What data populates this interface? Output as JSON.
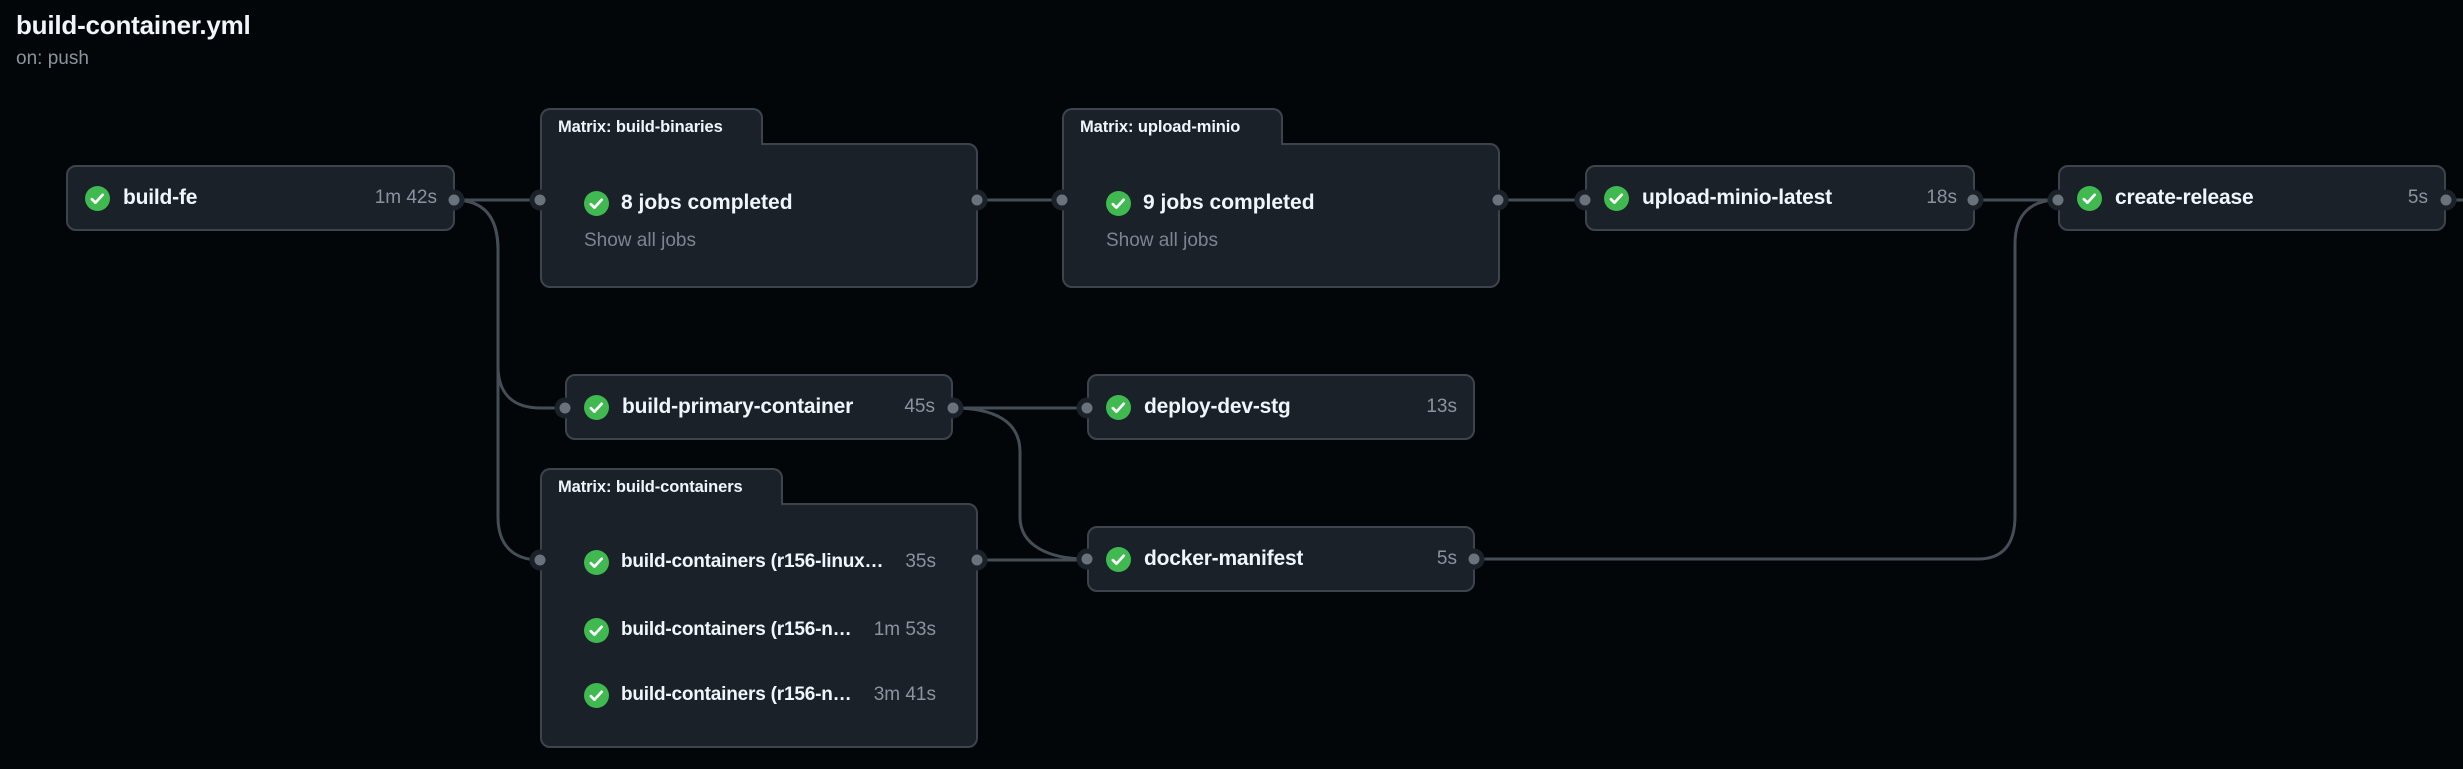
{
  "header": {
    "title": "build-container.yml",
    "trigger": "on: push"
  },
  "colors": {
    "background": "#030609",
    "card_background": "#1b2129",
    "card_border": "#3d444d",
    "edge_line": "#454d57",
    "connector_dot": "#6a727c",
    "success_green": "#3fb950",
    "text_primary": "#f0f6fc",
    "text_muted": "#8b949e"
  },
  "nodes": {
    "build_fe": {
      "label": "build-fe",
      "duration": "1m 42s",
      "status": "success"
    },
    "matrix_build_binaries": {
      "tab": "Matrix: build-binaries",
      "summary": "8 jobs completed",
      "show_all": "Show all jobs",
      "status": "success"
    },
    "matrix_upload_minio": {
      "tab": "Matrix: upload-minio",
      "summary": "9 jobs completed",
      "show_all": "Show all jobs",
      "status": "success"
    },
    "upload_minio_latest": {
      "label": "upload-minio-latest",
      "duration": "18s",
      "status": "success"
    },
    "create_release": {
      "label": "create-release",
      "duration": "5s",
      "status": "success"
    },
    "build_primary_container": {
      "label": "build-primary-container",
      "duration": "45s",
      "status": "success"
    },
    "deploy_dev_stg": {
      "label": "deploy-dev-stg",
      "duration": "13s",
      "status": "success"
    },
    "matrix_build_containers": {
      "tab": "Matrix: build-containers",
      "status": "success",
      "jobs": [
        {
          "label": "build-containers (r156-linux…",
          "duration": "35s",
          "status": "success"
        },
        {
          "label": "build-containers (r156-n…",
          "duration": "1m 53s",
          "status": "success"
        },
        {
          "label": "build-containers (r156-n…",
          "duration": "3m 41s",
          "status": "success"
        }
      ]
    },
    "docker_manifest": {
      "label": "docker-manifest",
      "duration": "5s",
      "status": "success"
    }
  },
  "edges": [
    {
      "from": "build-fe",
      "to": "Matrix: build-binaries"
    },
    {
      "from": "build-fe",
      "to": "build-primary-container"
    },
    {
      "from": "build-fe",
      "to": "Matrix: build-containers"
    },
    {
      "from": "Matrix: build-binaries",
      "to": "Matrix: upload-minio"
    },
    {
      "from": "Matrix: upload-minio",
      "to": "upload-minio-latest"
    },
    {
      "from": "upload-minio-latest",
      "to": "create-release"
    },
    {
      "from": "build-primary-container",
      "to": "deploy-dev-stg"
    },
    {
      "from": "build-primary-container",
      "to": "docker-manifest"
    },
    {
      "from": "Matrix: build-containers",
      "to": "docker-manifest"
    },
    {
      "from": "docker-manifest",
      "to": "create-release"
    }
  ]
}
